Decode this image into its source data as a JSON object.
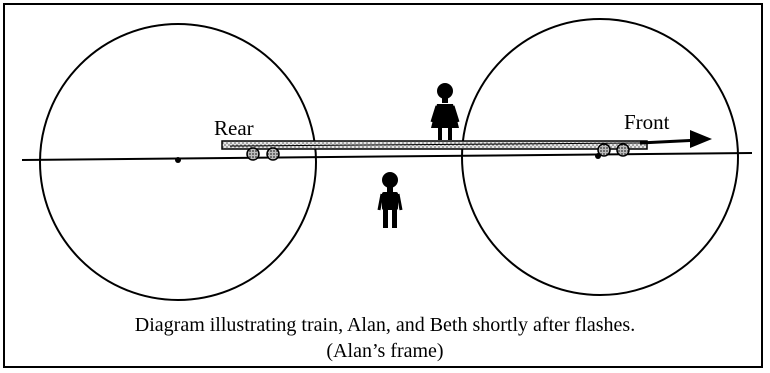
{
  "diagram": {
    "labels": {
      "rear": "Rear",
      "front": "Front"
    },
    "caption": {
      "line1": "Diagram illustrating train, Alan, and Beth shortly after flashes.",
      "line2": "(Alan’s frame)"
    },
    "figures": [
      "Alan",
      "Beth"
    ],
    "colors": {
      "stroke": "#000000",
      "train_fill": "#d9d9d9",
      "wheel_fill": "#9a9a9a",
      "background": "#ffffff"
    }
  }
}
